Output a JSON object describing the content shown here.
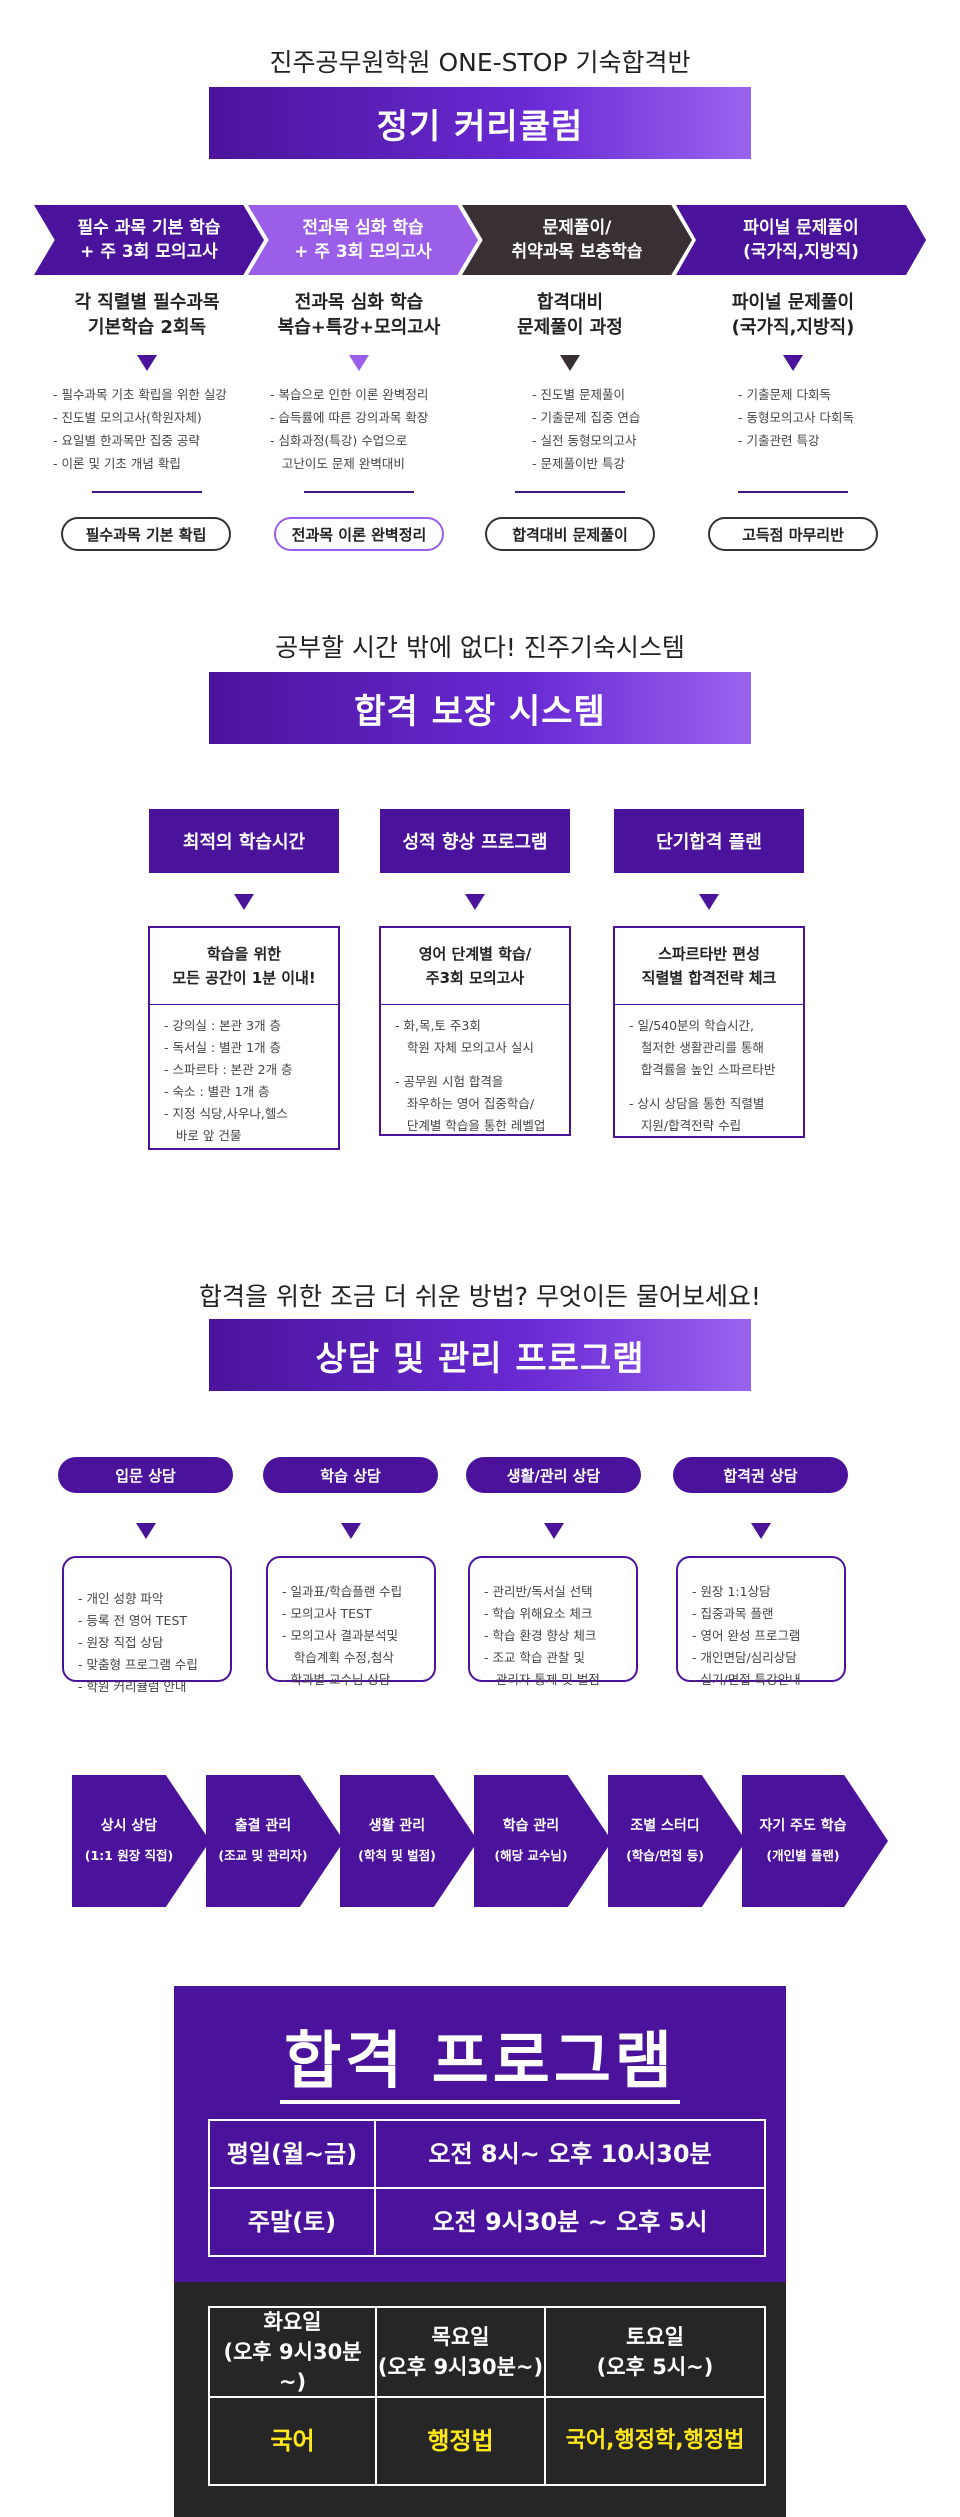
{
  "curriculum": {
    "subtitle": "진주공무원학원 ONE-STOP 기숙합격반",
    "banner": "정기 커리큘럼",
    "stages": [
      {
        "line1": "필수 과목 기본 학습",
        "line2": "+ 주 3회 모의고사",
        "color": "#4b139b"
      },
      {
        "line1": "전과목 심화 학습",
        "line2": "+ 주 3회 모의고사",
        "color": "#9a5ee9"
      },
      {
        "line1": "문제풀이/",
        "line2": "취약과목 보충학습",
        "color": "#383034"
      },
      {
        "line1": "파이널 문제풀이",
        "line2": "(국가직,지방직)",
        "color": "#4b139b"
      }
    ],
    "columns": [
      {
        "head1": "각 직렬별 필수과목",
        "head2": "기본학습 2회독",
        "arrow_color": "#4b139b",
        "items": [
          "- 필수과목 기초 확립을 위한 실강",
          "- 진도별 모의고사(학원자체)",
          "- 요일별 한과목만 집중 공략",
          "- 이론 및 기초 개념 확립"
        ],
        "pill": "필수과목 기본 확립",
        "pill_border": "#333333"
      },
      {
        "head1": "전과목 심화 학습",
        "head2": "복습+특강+모의고사",
        "arrow_color": "#9a5ee9",
        "items": [
          "- 복습으로 인한 이론 완벽정리",
          "- 습득률에 따른 강의과목 확장",
          "- 심화과정(특강) 수업으로",
          "   고난이도 문제 완벽대비"
        ],
        "pill": "전과목 이론 완벽정리",
        "pill_border": "#9a5ee9"
      },
      {
        "head1": "합격대비",
        "head2": "문제풀이 과정",
        "arrow_color": "#383034",
        "items": [
          "- 진도별 문제풀이",
          "- 기출문제 집중 연습",
          "- 실전 동형모의고사",
          "- 문제풀이반 특강"
        ],
        "pill": "합격대비 문제풀이",
        "pill_border": "#333333"
      },
      {
        "head1": "파이널 문제풀이",
        "head2": "(국가직,지방직)",
        "arrow_color": "#4b139b",
        "items": [
          "- 기출문제 다회독",
          "- 동형모의고사 다회독",
          "- 기출관련 특강"
        ],
        "pill": "고득점 마무리반",
        "pill_border": "#333333"
      }
    ]
  },
  "system": {
    "subtitle": "공부할 시간 밖에 없다! 진주기숙시스템",
    "banner": "합격 보장 시스템",
    "items": [
      {
        "head": "최적의 학습시간",
        "title1": "학습을 위한",
        "title2": "모든 공간이 1분 이내!",
        "lines": [
          "- 강의실 : 본관 3개 층",
          "- 독서실 : 별관 1개 층",
          "- 스파르타 : 본관 2개 층",
          "- 숙소 : 별관 1개 층",
          "- 지정 식당,사우나,헬스",
          "   바로 앞 건물"
        ]
      },
      {
        "head": "성적 향상 프로그램",
        "title1": "영어 단계별 학습/",
        "title2": "주3회 모의고사",
        "lines": [
          "- 화,목,토 주3회",
          "   학원 자체 모의고사 실시",
          "",
          "- 공무원 시험 합격을",
          "   좌우하는 영어 집중학습/",
          "   단계별 학습을 통한 레벨업"
        ]
      },
      {
        "head": "단기합격 플랜",
        "title1": "스파르타반 편성",
        "title2": "직렬별 합격전략 체크",
        "lines": [
          "- 일/540분의 학습시간,",
          "   철저한 생활관리를 통해",
          "   합격률을 높인 스파르타반",
          "",
          "- 상시 상담을 통한 직렬별",
          "   지원/합격전략 수립"
        ]
      }
    ]
  },
  "consult": {
    "subtitle": "합격을 위한 조금 더 쉬운 방법? 무엇이든 물어보세요!",
    "banner": "상담 및 관리 프로그램",
    "items": [
      {
        "pill": "입문 상담",
        "lines": [
          "- 개인 성향 파악",
          "- 등록 전 영어 TEST",
          "- 원장 직접 상담",
          "- 맞춤형 프로그램 수립",
          "- 학원 커리큘럼 안내"
        ]
      },
      {
        "pill": "학습 상담",
        "lines": [
          "- 일과표/학습플랜 수립",
          "- 모의고사 TEST",
          "- 모의고사 결과분석및",
          "   학습계획 수정,첨삭",
          "- 학과별 교수님 상담"
        ]
      },
      {
        "pill": "생활/관리 상담",
        "lines": [
          "- 관리반/독서실 선택",
          "- 학습 위해요소 체크",
          "- 학습 환경 향상 체크",
          "- 조교 학습 관찰 및",
          "   관리자 통제 및 벌점"
        ]
      },
      {
        "pill": "합격권 상담",
        "lines": [
          "- 원장 1:1상담",
          "- 집중과목 플랜",
          "- 영어 완성 프로그램",
          "- 개인면담/심리상담",
          "- 실기/면접 특강안내"
        ]
      }
    ],
    "steps": [
      {
        "line1": "상시 상담",
        "line2": "(1:1 원장 직접)"
      },
      {
        "line1": "출결 관리",
        "line2": "(조교 및 관리자)"
      },
      {
        "line1": "생활 관리",
        "line2": "(학칙 및 벌점)"
      },
      {
        "line1": "학습 관리",
        "line2": "(해당 교수님)"
      },
      {
        "line1": "조별 스터디",
        "line2": "(학습/면접 등)"
      },
      {
        "line1": "자기 주도 학습",
        "line2": "(개인별 플랜)"
      }
    ]
  },
  "program": {
    "title": "합격 프로그램",
    "schedule": [
      {
        "day": "평일(월~금)",
        "time": "오전 8시~ 오후 10시30분"
      },
      {
        "day": "주말(토)",
        "time": "오전 9시30분 ~ 오후 5시"
      }
    ],
    "special": [
      {
        "day": "화요일",
        "time": "(오후 9시30분~)",
        "subject": "국어"
      },
      {
        "day": "목요일",
        "time": "(오후 9시30분~)",
        "subject": "행정법"
      },
      {
        "day": "토요일",
        "time": "(오후 5시~)",
        "subject": "국어,행정학,행정법"
      }
    ],
    "accent": "#ffe81a"
  }
}
